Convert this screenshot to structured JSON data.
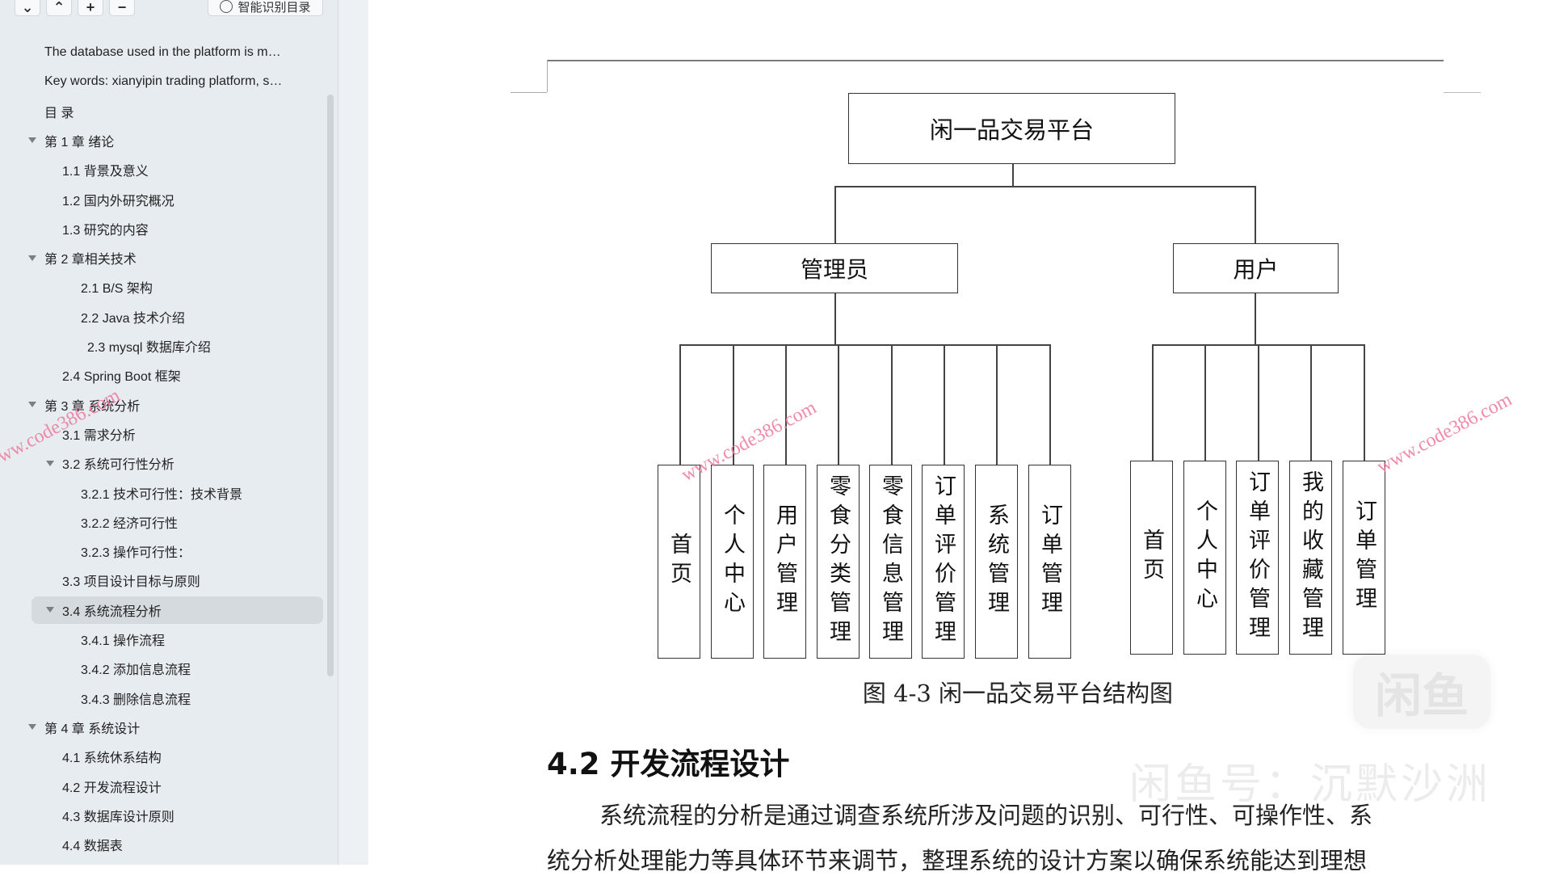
{
  "toolbar": {
    "buttons": [
      {
        "name": "next",
        "glyph": "⌄"
      },
      {
        "name": "prev",
        "glyph": "⌃"
      },
      {
        "name": "expand",
        "glyph": "+"
      },
      {
        "name": "collapse",
        "glyph": "−"
      }
    ],
    "smart_toc_label": "智能识别目录"
  },
  "toc": [
    {
      "label": "The database used in the platform is m…",
      "level": 0,
      "expand": false
    },
    {
      "label": "Key words: xianyipin trading platform, s…",
      "level": 0,
      "expand": false
    },
    {
      "label": "目 录",
      "level": 0,
      "expand": false
    },
    {
      "label": "第 1 章  绪论",
      "level": 0,
      "expand": true
    },
    {
      "label": "1.1 背景及意义",
      "level": 1,
      "expand": false
    },
    {
      "label": "1.2  国内外研究概况",
      "level": 1,
      "expand": false
    },
    {
      "label": "1.3  研究的内容",
      "level": 1,
      "expand": false
    },
    {
      "label": "第 2 章相关技术",
      "level": 0,
      "expand": true
    },
    {
      "label": "2.1    B/S 架构",
      "level": 2,
      "expand": false
    },
    {
      "label": "2.2    Java 技术介绍",
      "level": 2,
      "expand": false
    },
    {
      "label": "2.3 mysql 数据库介绍",
      "level": 3,
      "expand": false
    },
    {
      "label": "2.4 Spring    Boot 框架",
      "level": 1,
      "expand": false
    },
    {
      "label": "第 3 章  系统分析",
      "level": 0,
      "expand": true
    },
    {
      "label": "3.1  需求分析",
      "level": 1,
      "expand": false
    },
    {
      "label": "3.2  系统可行性分析",
      "level": 1,
      "expand": true
    },
    {
      "label": "3.2.1 技术可行性：技术背景",
      "level": 2,
      "expand": false
    },
    {
      "label": "3.2.2 经济可行性",
      "level": 2,
      "expand": false
    },
    {
      "label": "3.2.3 操作可行性：",
      "level": 2,
      "expand": false
    },
    {
      "label": "3.3  项目设计目标与原则",
      "level": 1,
      "expand": false
    },
    {
      "label": "3.4 系统流程分析",
      "level": 1,
      "expand": true,
      "active": true
    },
    {
      "label": "3.4.1 操作流程",
      "level": 2,
      "expand": false
    },
    {
      "label": "3.4.2 添加信息流程",
      "level": 2,
      "expand": false
    },
    {
      "label": "3.4.3 删除信息流程",
      "level": 2,
      "expand": false
    },
    {
      "label": "第 4 章  系统设计",
      "level": 0,
      "expand": true
    },
    {
      "label": "4.1  系统休系结构",
      "level": 1,
      "expand": false
    },
    {
      "label": "4.2 开发流程设计",
      "level": 1,
      "expand": false
    },
    {
      "label": "4.3  数据库设计原则",
      "level": 1,
      "expand": false
    },
    {
      "label": "4.4  数据表",
      "level": 1,
      "expand": false
    }
  ],
  "diagram": {
    "root": "闲一品交易平台",
    "admin": {
      "label": "管理员",
      "children": [
        "首页",
        "个人中心",
        "用户管理",
        "零食分类管理",
        "零食信息管理",
        "订单评价管理",
        "系统管理",
        "订单管理"
      ]
    },
    "user": {
      "label": "用户",
      "children": [
        "首页",
        "个人中心",
        "订单评价管理",
        "我的收藏管理",
        "订单管理"
      ]
    },
    "caption": "图 4-3  闲一品交易平台结构图"
  },
  "section": {
    "heading": "4.2 开发流程设计",
    "paragraph_lines": [
      "系统流程的分析是通过调查系统所涉及问题的识别、可行性、可操作性、系",
      "统分析处理能力等具体环节来调节，整理系统的设计方案以确保系统能达到理想"
    ]
  },
  "watermarks": {
    "site": "www.code386.com",
    "xianyu_logo": "闲鱼",
    "xianyu_account": "闲鱼号：沉默沙洲"
  }
}
